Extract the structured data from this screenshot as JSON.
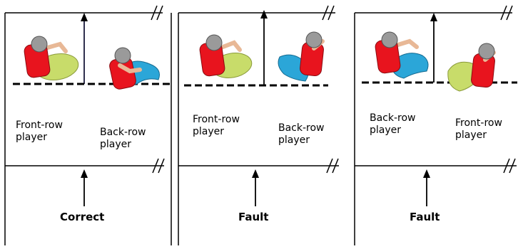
{
  "panels": [
    {
      "players": [
        {
          "line1": "Front-row",
          "line2": "player",
          "shirt_color": "#e8141e",
          "shorts_color": "#c8dc6a",
          "head_color": "#9a9a9a"
        },
        {
          "line1": "Back-row",
          "line2": "player",
          "shirt_color": "#e8141e",
          "shorts_color": "#2ba6d8",
          "head_color": "#9a9a9a"
        }
      ],
      "verdict": "Correct"
    },
    {
      "players": [
        {
          "line1": "Front-row",
          "line2": "player",
          "shirt_color": "#e8141e",
          "shorts_color": "#c8dc6a",
          "head_color": "#9a9a9a"
        },
        {
          "line1": "Back-row",
          "line2": "player",
          "shirt_color": "#e8141e",
          "shorts_color": "#2ba6d8",
          "head_color": "#9a9a9a"
        }
      ],
      "verdict": "Fault"
    },
    {
      "players": [
        {
          "line1": "Back-row",
          "line2": "player",
          "shirt_color": "#e8141e",
          "shorts_color": "#2ba6d8",
          "head_color": "#9a9a9a"
        },
        {
          "line1": "Front-row",
          "line2": "player",
          "shirt_color": "#e8141e",
          "shorts_color": "#c8dc6a",
          "head_color": "#9a9a9a"
        }
      ],
      "verdict": "Fault"
    }
  ],
  "line_color": "#000000",
  "dashed_line_color": "#000000"
}
